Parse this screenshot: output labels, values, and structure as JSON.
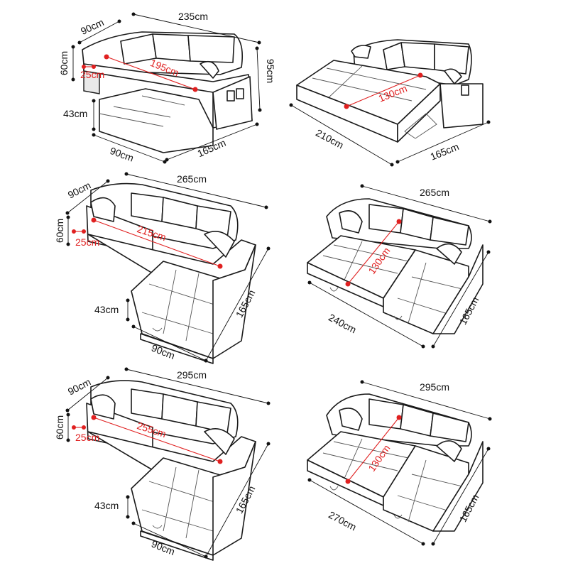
{
  "colors": {
    "outline": "#1a1a1a",
    "dimension": "#111111",
    "seat_dimension": "#e02020",
    "background": "#ffffff"
  },
  "panels": [
    {
      "id": "sofa-235-sofa",
      "labels": [
        "235cm",
        "90cm",
        "60cm",
        "95cm",
        "25cm",
        "195cm",
        "43cm",
        "90cm",
        "165cm"
      ]
    },
    {
      "id": "sofa-235-bed",
      "labels": [
        "130cm",
        "210cm",
        "165cm"
      ]
    },
    {
      "id": "sofa-265-sofa",
      "labels": [
        "265cm",
        "90cm",
        "60cm",
        "25cm",
        "215cm",
        "43cm",
        "90cm",
        "165cm"
      ]
    },
    {
      "id": "sofa-265-bed",
      "labels": [
        "265cm",
        "130cm",
        "240cm",
        "165cm"
      ]
    },
    {
      "id": "sofa-295-sofa",
      "labels": [
        "295cm",
        "90cm",
        "60cm",
        "25cm",
        "255cm",
        "43cm",
        "90cm",
        "165cm"
      ]
    },
    {
      "id": "sofa-295-bed",
      "labels": [
        "295cm",
        "130cm",
        "270cm",
        "165cm"
      ]
    }
  ]
}
